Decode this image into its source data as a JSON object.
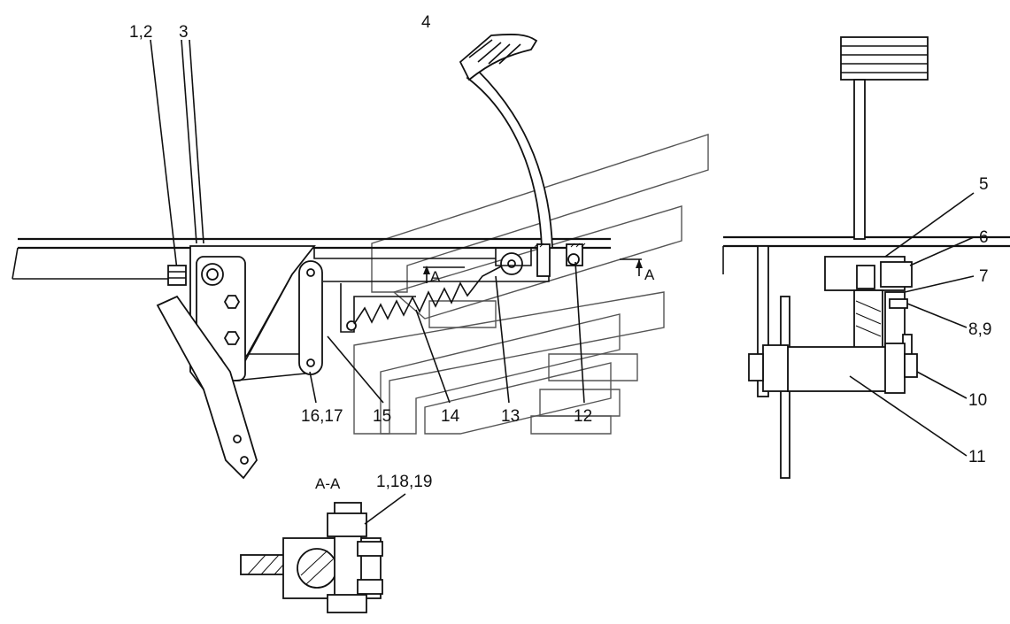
{
  "labels": {
    "l_1_2": "1,2",
    "l_3": "3",
    "l_4": "4",
    "l_5": "5",
    "l_6": "6",
    "l_7": "7",
    "l_8_9": "8,9",
    "l_10": "10",
    "l_11": "11",
    "l_12": "12",
    "l_13": "13",
    "l_14": "14",
    "l_15": "15",
    "l_16_17": "16,17",
    "l_1_18_19": "1,18,19",
    "section_mark_left": "A",
    "section_mark_right": "A",
    "section_title": "A-A"
  }
}
